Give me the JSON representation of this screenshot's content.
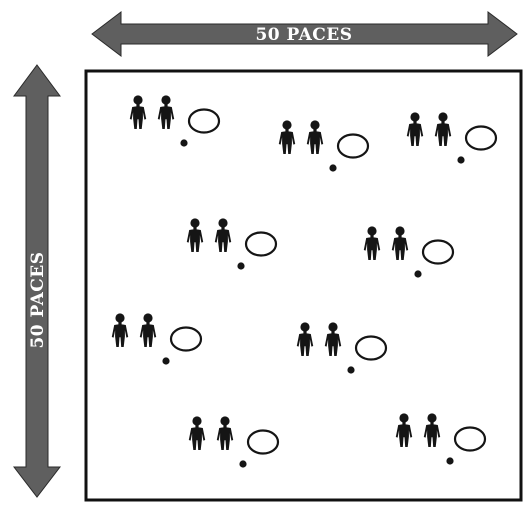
{
  "diagram": {
    "horizontal_label": "50 PACES",
    "vertical_label": "50 PACES",
    "colors": {
      "arrow": "#5f5f5f",
      "ink": "#151515",
      "field": "#ffffff"
    },
    "icons": {
      "person": "person-silhouette-icon",
      "ball": "ball-icon",
      "hoop": "hoop-icon"
    },
    "station_count": 9,
    "people_per_station": 2
  }
}
